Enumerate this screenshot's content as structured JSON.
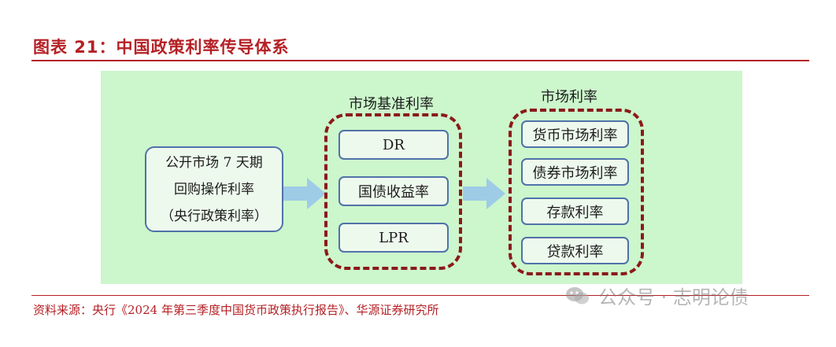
{
  "header": {
    "title": "图表 21：中国政策利率传导体系"
  },
  "diagram": {
    "source": {
      "lines": [
        "公开市场 7 天期",
        "回购操作利率",
        "（央行政策利率）"
      ]
    },
    "benchmark_group": {
      "title": "市场基准利率",
      "items": [
        "DR",
        "国债收益率",
        "LPR"
      ]
    },
    "market_group": {
      "title": "市场利率",
      "items": [
        "货币市场利率",
        "债券市场利率",
        "存款利率",
        "贷款利率"
      ]
    },
    "colors": {
      "panel_bg": "#ccf6cc",
      "box_border": "#4f72a8",
      "dashed_border": "#8b1a1a",
      "arrow": "#9ecbe6",
      "accent": "#b52025"
    }
  },
  "footer": {
    "source_text": "资料来源：央行《2024 年第三季度中国货币政策执行报告》、华源证券研究所"
  },
  "watermark": {
    "text": "公众号 · 志明论债",
    "icon": "wechat-icon"
  }
}
